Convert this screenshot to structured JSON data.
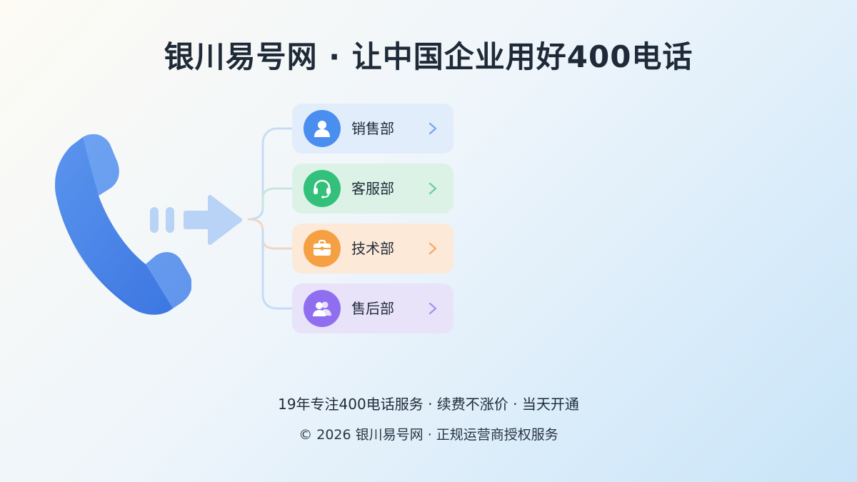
{
  "title": "银川易号网 · 让中国企业用好400电话",
  "phone_icon": "phone-handset-icon",
  "departments": [
    {
      "label": "销售部",
      "icon": "user-icon",
      "color": "#4a8ef0",
      "bg": "#e2edfb"
    },
    {
      "label": "客服部",
      "icon": "headset-icon",
      "color": "#33c07a",
      "bg": "#dcf2e6"
    },
    {
      "label": "技术部",
      "icon": "briefcase-icon",
      "color": "#f5a043",
      "bg": "#fde9d7"
    },
    {
      "label": "售后部",
      "icon": "users-icon",
      "color": "#8f6ff0",
      "bg": "#e9e3fa"
    }
  ],
  "footer": {
    "tagline": "19年专注400电话服务 · 续费不涨价 · 当天开通",
    "copyright": "© 2026 银川易号网 · 正规运营商授权服务"
  }
}
